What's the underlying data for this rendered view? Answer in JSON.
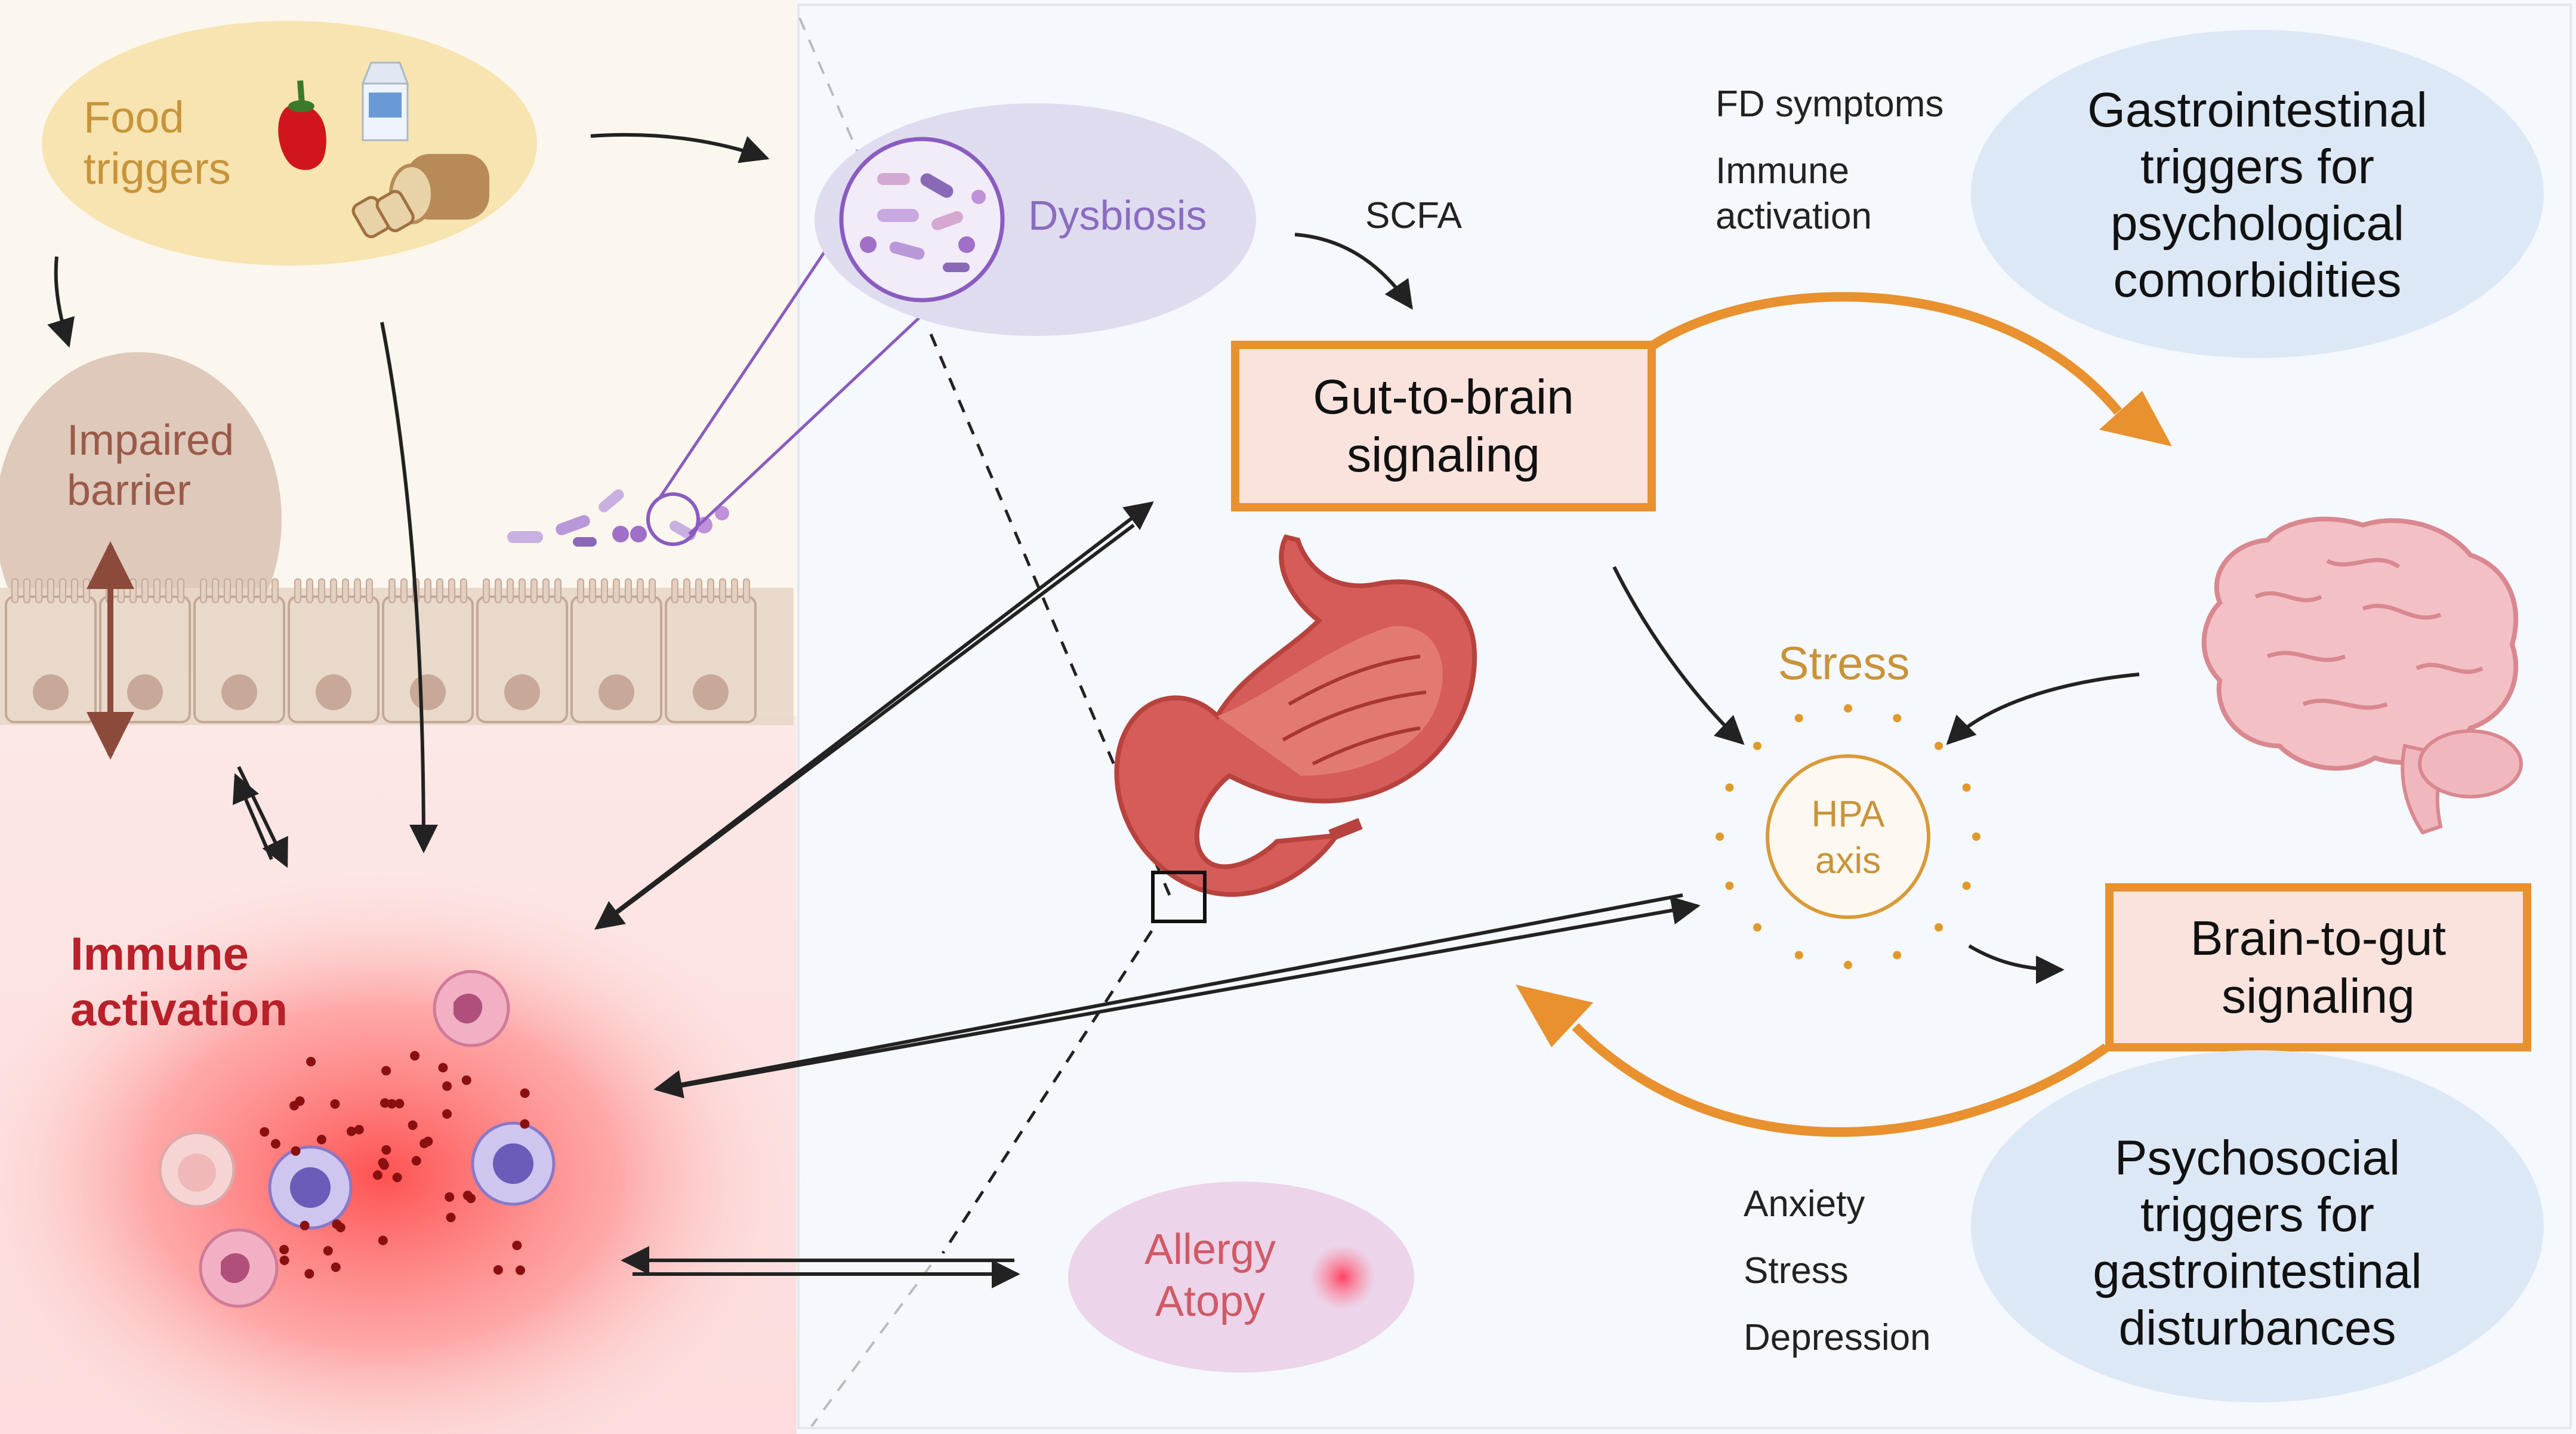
{
  "colors": {
    "left_panel_bg": "#fcf7ee",
    "right_panel_bg": "#f5f8fc",
    "food_ellipse": "#f8e4b0",
    "food_text": "#c8943a",
    "barrier_ellipse": "#dcc4b8",
    "barrier_text": "#9b5a48",
    "dysbiosis_ellipse": "#e0dcf0",
    "dysbiosis_text": "#8a6cc0",
    "allergy_ellipse": "#ecd4ea",
    "allergy_text": "#d05a66",
    "immune_text": "#b8202a",
    "signal_box_fill": "#fbe3dd",
    "signal_box_border": "#e8912e",
    "blue_ellipse": "#dde8f6",
    "stress_text": "#c8943a",
    "hpa_border": "#d99a3a",
    "arrow": "#222222"
  },
  "icons": [
    "pepper-icon",
    "milk-carton-icon",
    "bread-icon",
    "bacteria-icon",
    "stomach-icon",
    "brain-icon",
    "immune-cell-icon"
  ],
  "left": {
    "food": {
      "line1": "Food",
      "line2": "triggers"
    },
    "barrier": {
      "line1": "Impaired",
      "line2": "barrier"
    },
    "immune": {
      "line1": "Immune",
      "line2": "activation"
    }
  },
  "middle": {
    "dysbiosis": "Dysbiosis",
    "scfa": "SCFA",
    "allergy": {
      "line1": "Allergy",
      "line2": "Atopy"
    }
  },
  "right": {
    "fd_symptoms": "FD symptoms",
    "immune_activation": {
      "line1": "Immune",
      "line2": "activation"
    },
    "gastro_triggers": {
      "line1": "Gastrointestinal",
      "line2": "triggers for",
      "line3": "psychological",
      "line4": "comorbidities"
    },
    "gut_to_brain": {
      "line1": "Gut-to-brain",
      "line2": "signaling"
    },
    "stress": "Stress",
    "hpa": {
      "line1": "HPA",
      "line2": "axis"
    },
    "brain_to_gut": {
      "line1": "Brain-to-gut",
      "line2": "signaling"
    },
    "psych_list": [
      "Anxiety",
      "Stress",
      "Depression"
    ],
    "psycho_triggers": {
      "line1": "Psychosocial",
      "line2": "triggers for",
      "line3": "gastrointestinal",
      "line4": "disturbances"
    }
  }
}
